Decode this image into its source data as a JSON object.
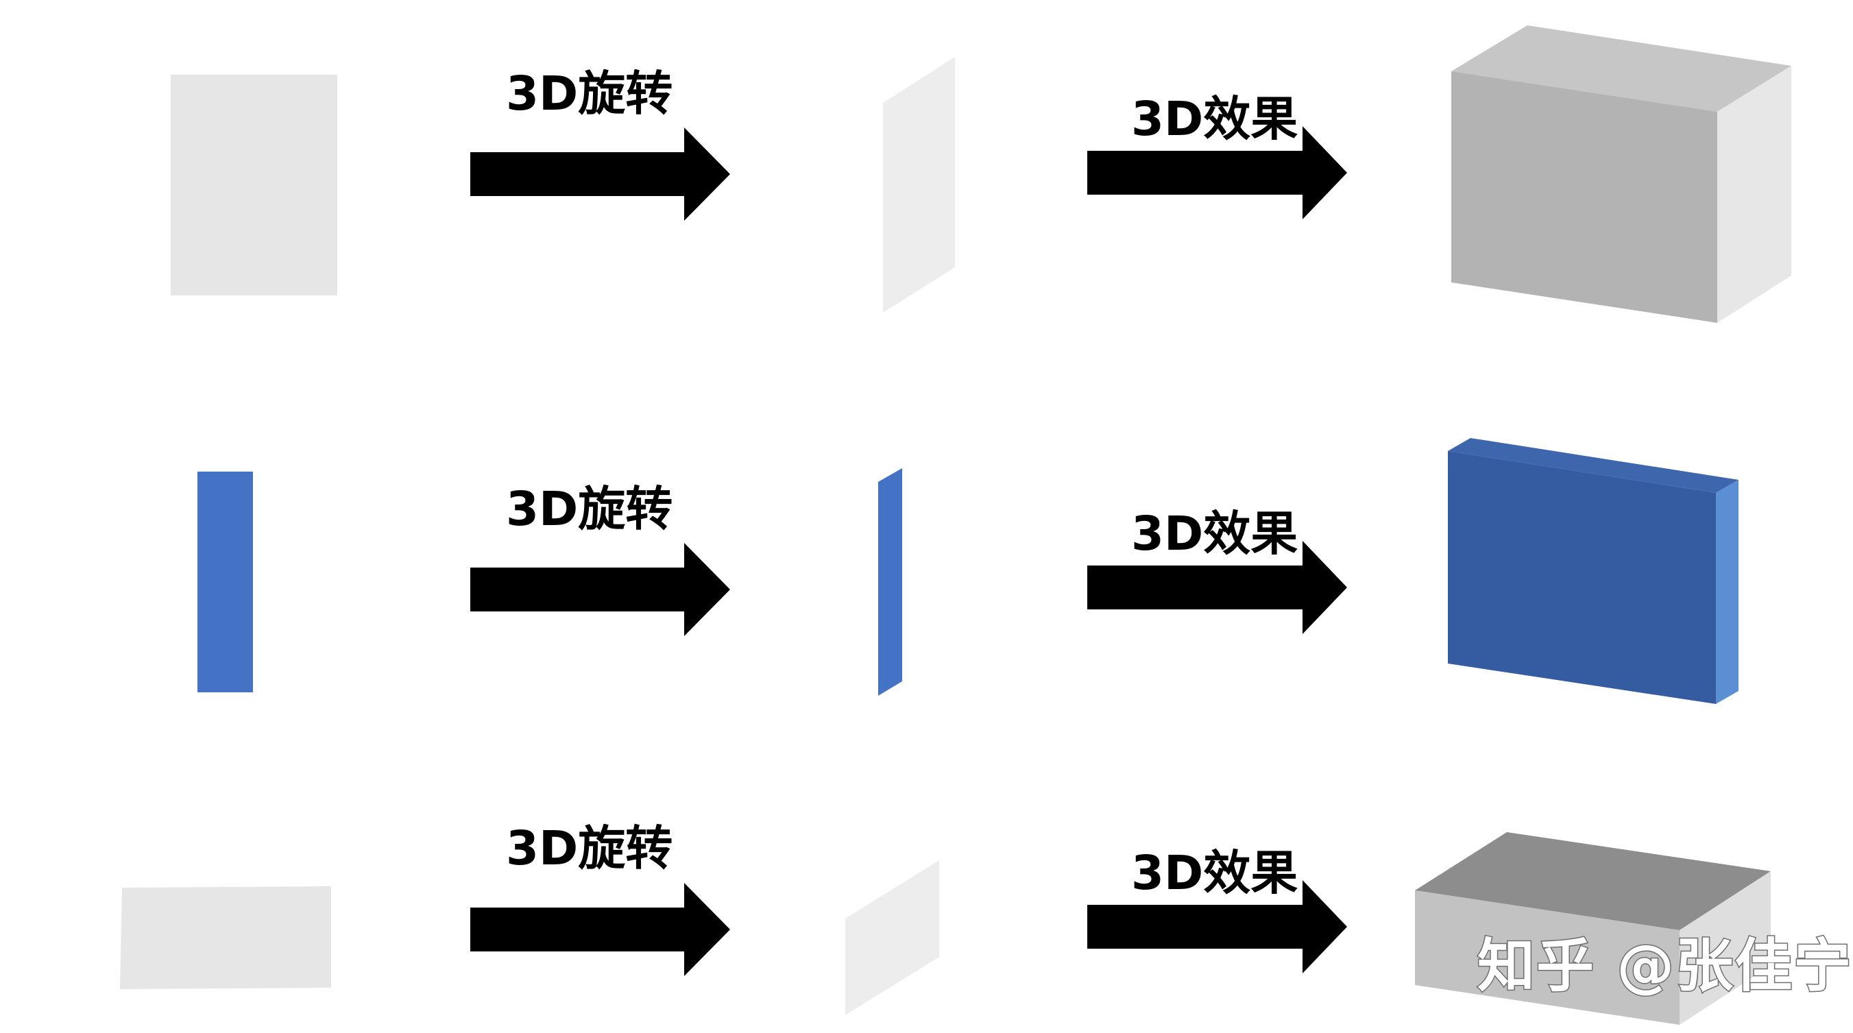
{
  "rows": [
    {
      "name": "grey-square",
      "rotate_label": "3D旋转",
      "effect_label": "3D效果",
      "colors": {
        "flat": "#e6e6e6",
        "rotated": "#ededed",
        "box_front": "#b3b3b3",
        "box_top": "#c6c6c6",
        "box_side": "#e7e7e7"
      }
    },
    {
      "name": "blue-strip",
      "rotate_label": "3D旋转",
      "effect_label": "3D效果",
      "colors": {
        "flat": "#4472c4",
        "rotated": "#4472c4",
        "box_front": "#355ca1",
        "box_top": "#3d66ad",
        "box_side": "#5b8fd4"
      }
    },
    {
      "name": "grey-rectangle",
      "rotate_label": "3D旋转",
      "effect_label": "3D效果",
      "colors": {
        "flat": "#e6e6e6",
        "rotated": "#ededed",
        "box_front": "#c2c2c2",
        "box_top": "#8d8d8d",
        "box_side": "#dedede"
      }
    }
  ],
  "arrow_color": "#000000",
  "watermark": "知乎 @张佳宁"
}
